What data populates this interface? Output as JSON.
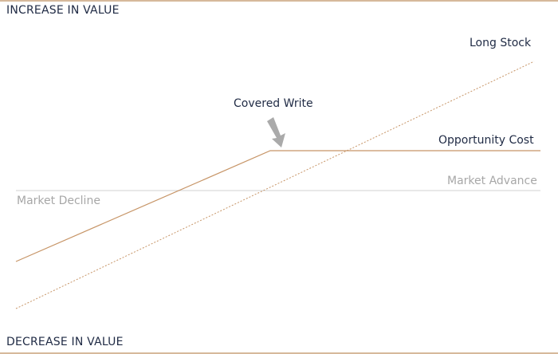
{
  "diagram": {
    "top_label": "INCREASE IN VALUE",
    "bottom_label": "DECREASE IN VALUE",
    "long_stock_label": "Long Stock",
    "covered_write_label": "Covered Write",
    "opportunity_cost_label": "Opportunity Cost",
    "market_advance_label": "Market Advance",
    "market_decline_label": "Market Decline",
    "colors": {
      "rule": "#c8a27a",
      "covered_write_line": "#c79567",
      "long_stock_line": "#c79567",
      "baseline": "#d9d9d9",
      "arrow": "#aaaaaa",
      "dark_text": "#1f2a44",
      "gray_text": "#a7a7a7"
    }
  }
}
